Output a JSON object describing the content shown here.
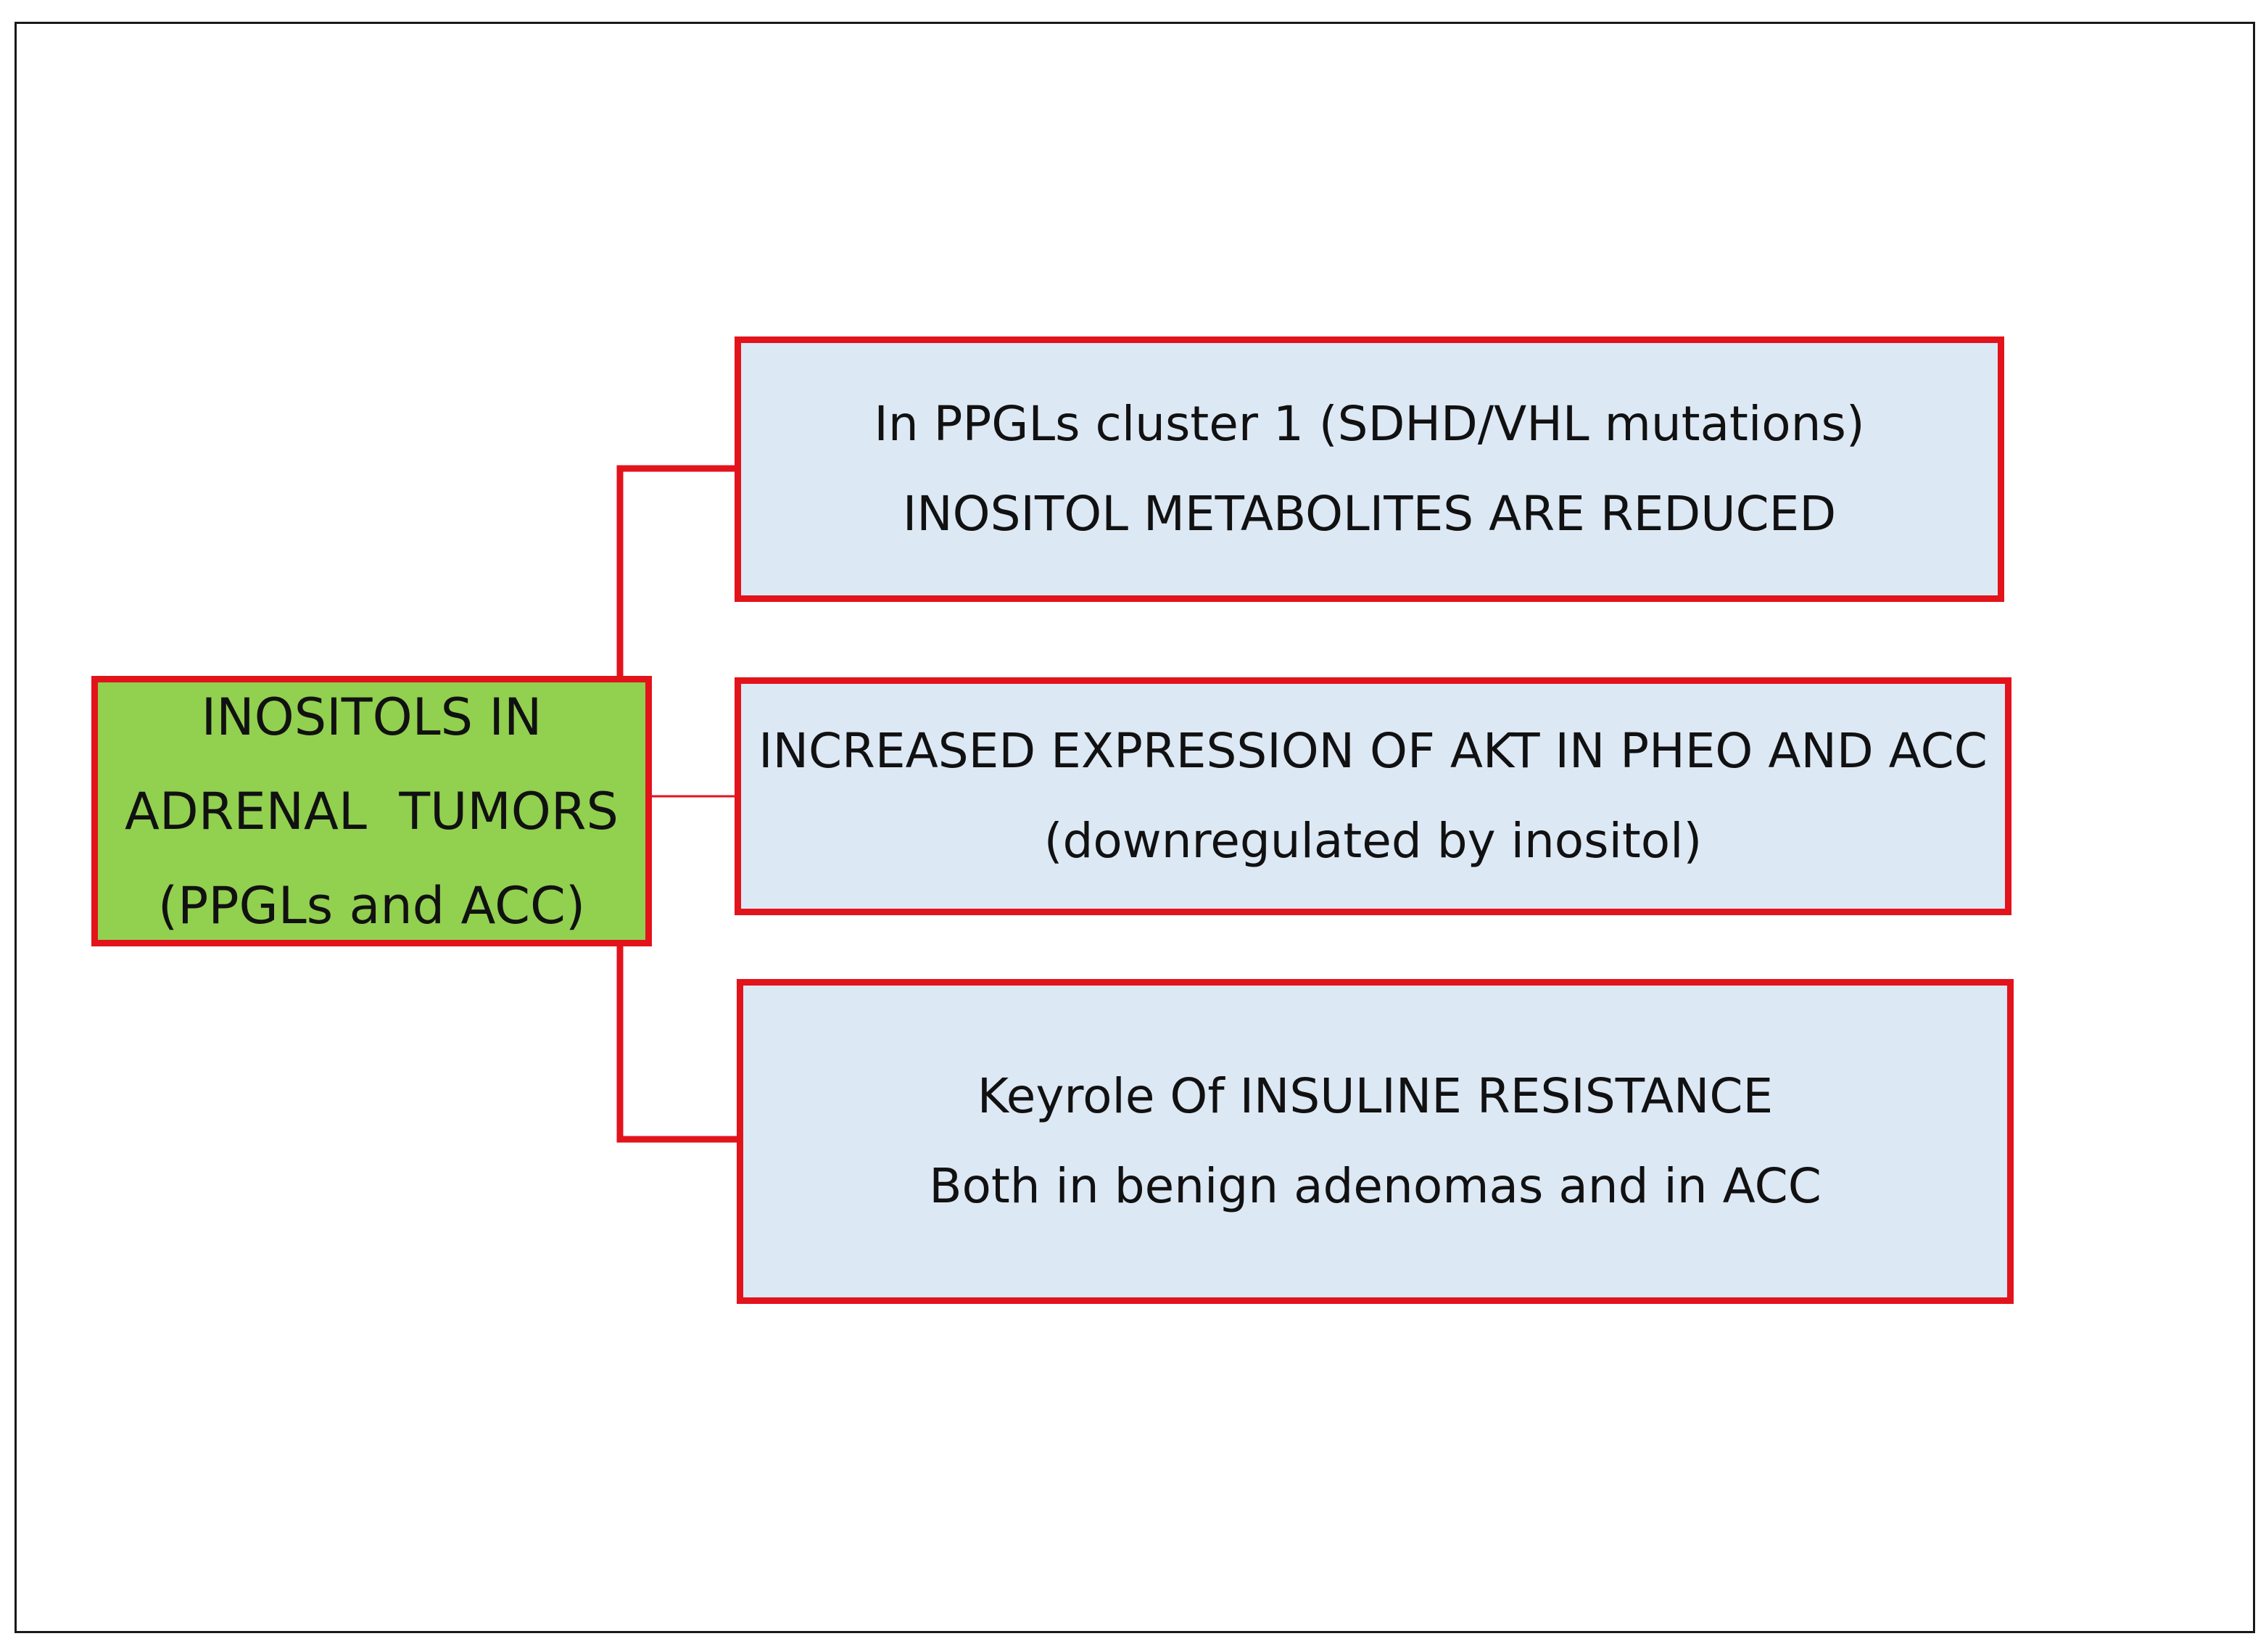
{
  "colors": {
    "border": "#e3131b",
    "root_fill": "#92d050",
    "branch_fill": "#dde8f5",
    "connector": "#e3131b",
    "frame": "#1a1a1a"
  },
  "root": {
    "lines": [
      "INOSITOLS IN",
      "ADRENAL  TUMORS",
      "(PPGLs and ACC)"
    ]
  },
  "branches": [
    {
      "lines": [
        "In PPGLs cluster 1 (SDHD/VHL mutations)",
        "INOSITOL METABOLITES ARE REDUCED"
      ]
    },
    {
      "lines": [
        "INCREASED EXPRESSION OF AKT IN PHEO AND ACC",
        "(downregulated by inositol)"
      ]
    },
    {
      "lines": [
        "Keyrole Of INSULINE RESISTANCE",
        "Both in benign adenomas and in ACC"
      ]
    }
  ]
}
